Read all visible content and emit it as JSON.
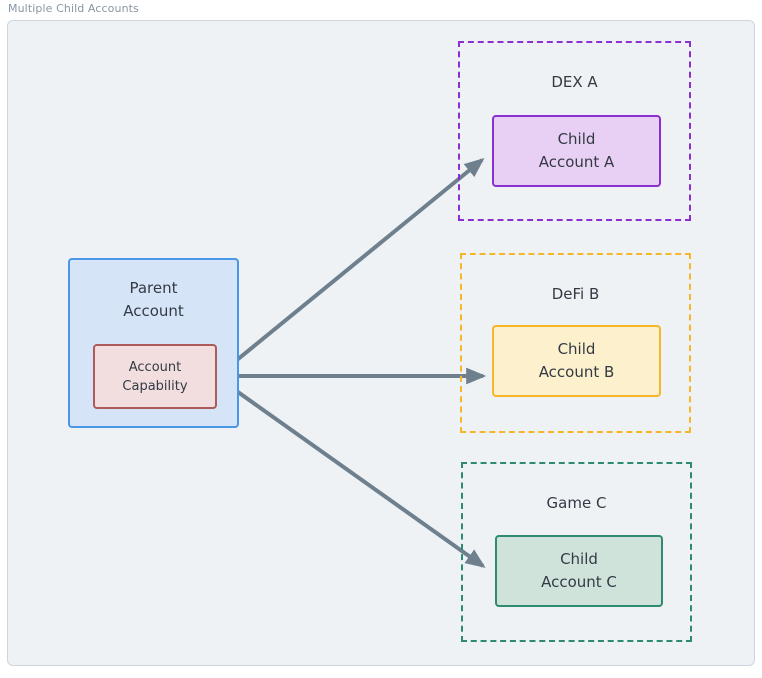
{
  "frame": {
    "title": "Multiple Child Accounts",
    "background": "#eef2f5",
    "border_color": "#cdd6de",
    "title_color": "#8a96a3"
  },
  "parent": {
    "title_line_1": "Parent",
    "title_line_2": "Account",
    "fill": "#d6e4f7",
    "stroke": "#4a97e8",
    "capability": {
      "line_1": "Account",
      "line_2": "Capability",
      "fill": "#f2dede",
      "stroke": "#ad5a5a"
    }
  },
  "groups": [
    {
      "id": "dex-a",
      "label": "DEX A",
      "stroke": "#8b2fd0",
      "child": {
        "line_1": "Child",
        "line_2": "Account A",
        "fill": "#e8d0f5",
        "stroke": "#8b2fd0"
      }
    },
    {
      "id": "defi-b",
      "label": "DeFi B",
      "stroke": "#f5b728",
      "child": {
        "line_1": "Child",
        "line_2": "Account B",
        "fill": "#fdf1cd",
        "stroke": "#f5b728"
      }
    },
    {
      "id": "game-c",
      "label": "Game C",
      "stroke": "#2e8b72",
      "child": {
        "line_1": "Child",
        "line_2": "Account C",
        "fill": "#cfe3db",
        "stroke": "#2e8b72"
      }
    }
  ],
  "edges": {
    "color": "#6e7f8d",
    "width": 4,
    "connections": [
      {
        "from": "account-capability",
        "to": "child-account-a",
        "label": ""
      },
      {
        "from": "account-capability",
        "to": "child-account-b",
        "label": ""
      },
      {
        "from": "account-capability",
        "to": "child-account-c",
        "label": ""
      }
    ]
  }
}
